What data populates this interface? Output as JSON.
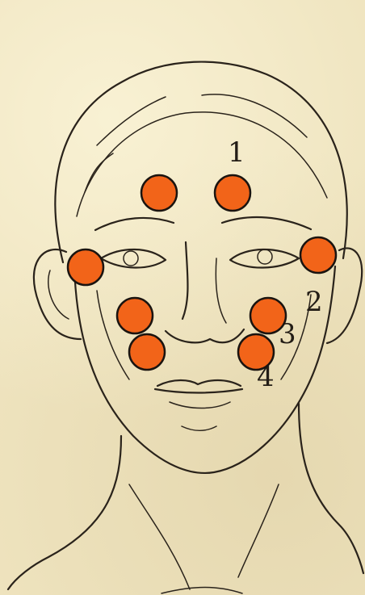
{
  "diagram": {
    "labels": [
      {
        "id": "label-1",
        "text": "1"
      },
      {
        "id": "label-2",
        "text": "2"
      },
      {
        "id": "label-3",
        "text": "3"
      },
      {
        "id": "label-4",
        "text": "4"
      }
    ],
    "marker_color": "#f26419",
    "marker_count": 8
  }
}
